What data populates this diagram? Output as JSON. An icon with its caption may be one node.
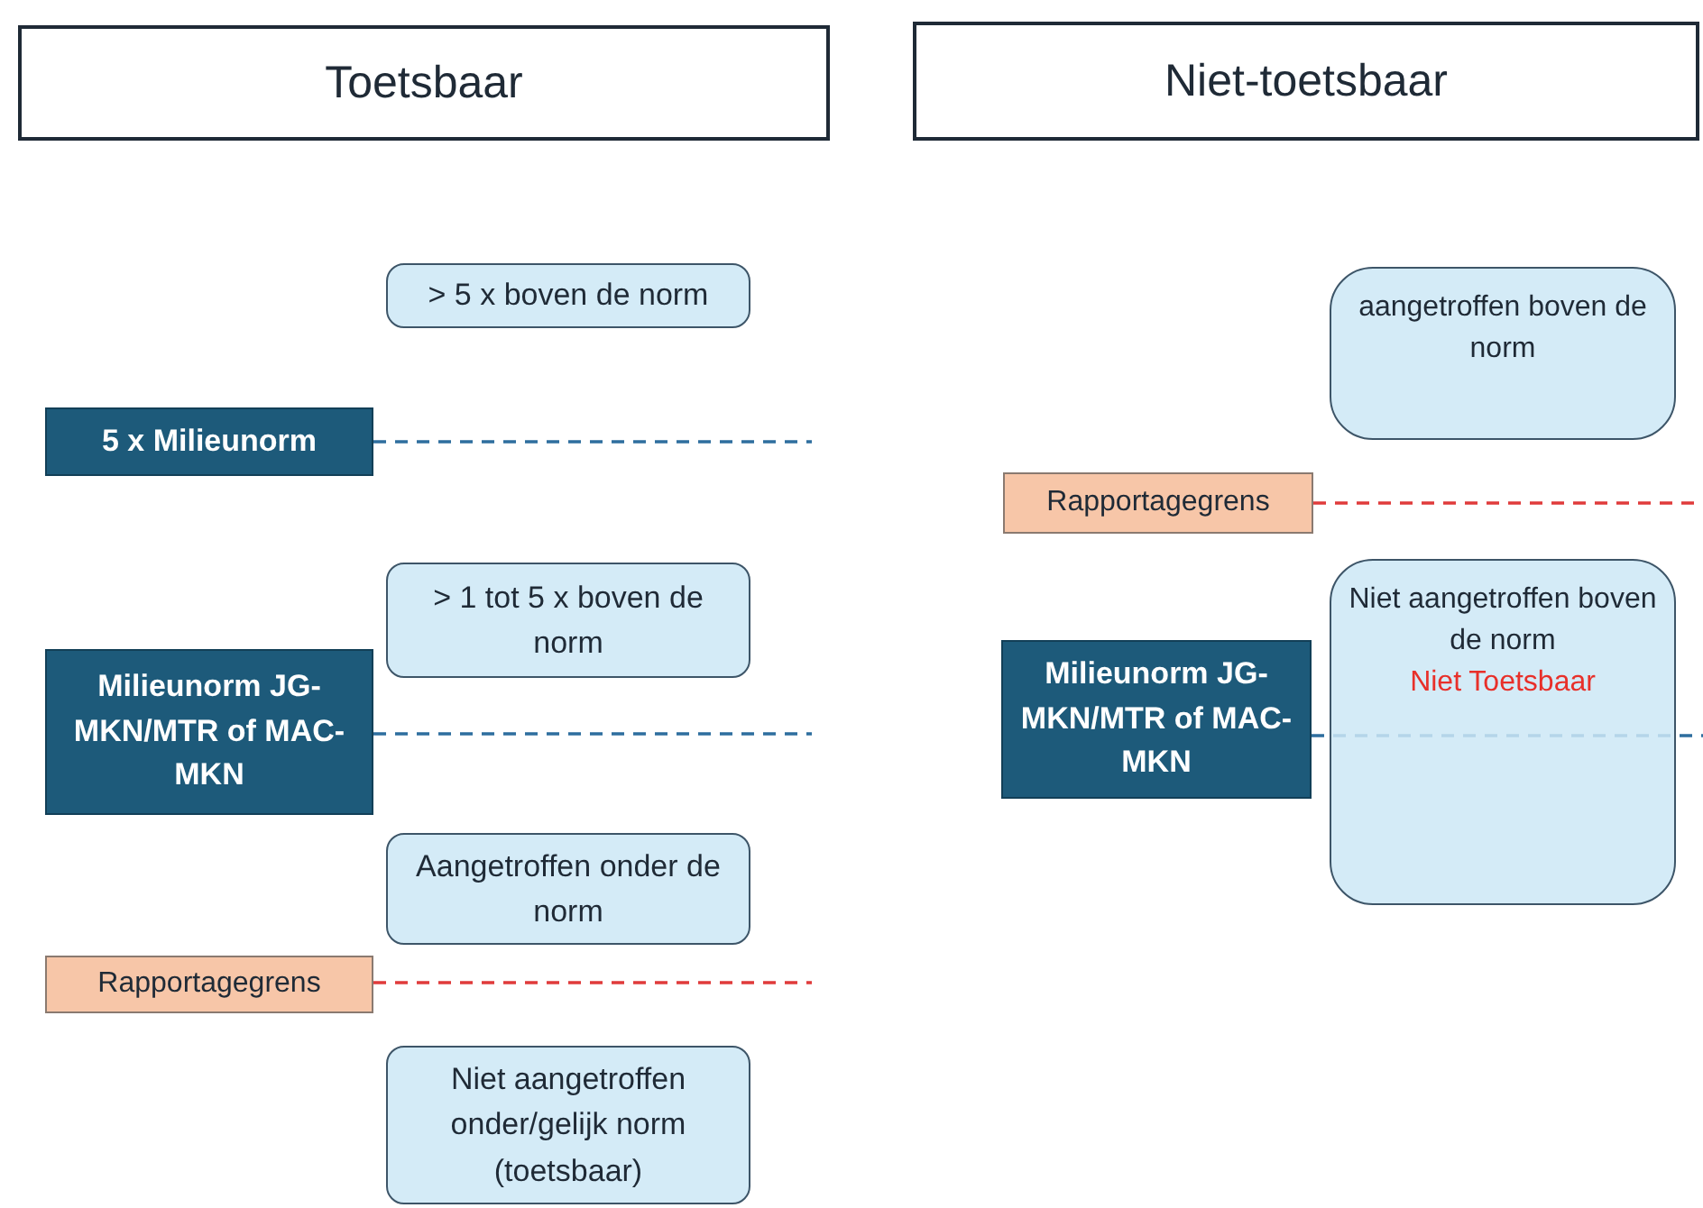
{
  "diagram": {
    "nodes": [
      {
        "text": [
          "Toetsbaar"
        ]
      },
      {
        "text": [
          "Niet-toetsbaar"
        ]
      },
      {
        "text": [
          "> 5 x boven de norm"
        ]
      },
      {
        "text": [
          "5 x Milieunorm"
        ]
      },
      {
        "text": [
          "> 1 tot 5 x boven de norm"
        ]
      },
      {
        "text": [
          "Milieunorm JG-MKN/MTR of MAC-MKN"
        ]
      },
      {
        "text": [
          "Aangetroffen onder de norm"
        ]
      },
      {
        "text": [
          "Rapportagegrens"
        ]
      },
      {
        "text": [
          "Niet aangetroffen onder/gelijk norm (toetsbaar)"
        ]
      },
      {
        "text": [
          "aangetroffen boven de norm"
        ]
      },
      {
        "text": [
          "Rapportagegrens"
        ]
      },
      {
        "text": [
          "Niet aangetroffen boven de norm",
          "Niet Toetsbaar"
        ]
      },
      {
        "text": [
          "Milieunorm JG-MKN/MTR of MAC-MKN"
        ]
      }
    ],
    "edges": [
      {
        "from": 3,
        "to": null,
        "arrow": "none",
        "style": "dashed"
      },
      {
        "from": 5,
        "to": null,
        "arrow": "none",
        "style": "dashed"
      },
      {
        "from": 7,
        "to": null,
        "arrow": "none",
        "style": "dashed",
        "color": "#e03b3b"
      },
      {
        "from": 10,
        "to": null,
        "arrow": "none",
        "style": "dashed",
        "color": "#e03b3b"
      },
      {
        "from": 12,
        "to": null,
        "arrow": "none",
        "style": "dashed"
      }
    ]
  }
}
